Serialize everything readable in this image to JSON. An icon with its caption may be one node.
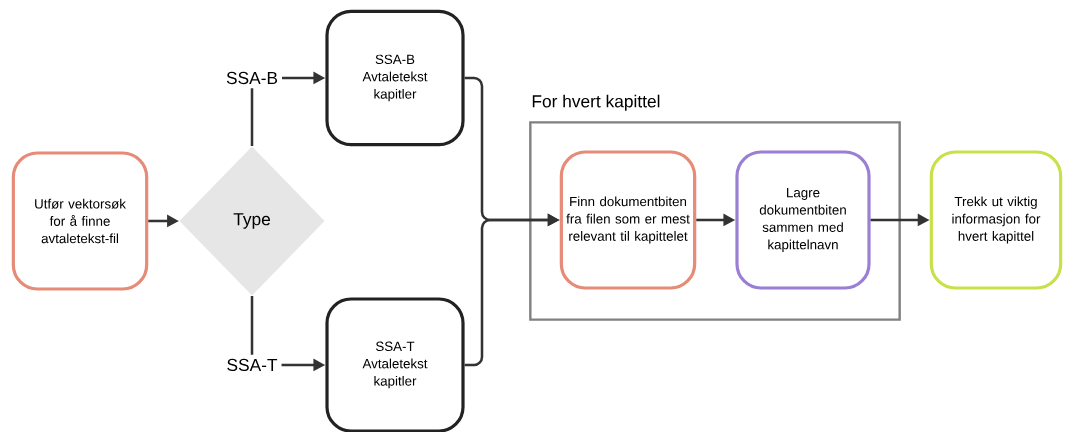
{
  "diagram": {
    "nodes": [
      {
        "text": [
          "Utfør vektorsøk for å finne avtaletekst-fil"
        ]
      },
      {
        "text": [
          "Type"
        ]
      },
      {
        "text": [
          "SSA-B Avtaletekst kapitler"
        ]
      },
      {
        "text": [
          "SSA-T Avtaletekst kapitler"
        ]
      },
      {
        "text": [
          "For hvert kapittel"
        ]
      },
      {
        "text": [
          "Finn dokumentbiten fra filen som er mest relevant til kapittelet"
        ],
        "in": 4
      },
      {
        "text": [
          "Lagre dokumentbiten sammen med kapittelnavn"
        ],
        "in": 4
      },
      {
        "text": [
          "Trekk ut viktig informasjon for hvert kapittel"
        ]
      }
    ],
    "edges": [
      {
        "from": 0,
        "to": 1,
        "arrow": "to"
      },
      {
        "from": 1,
        "to": 2,
        "arrow": "to",
        "label": "SSA-B"
      },
      {
        "from": 1,
        "to": 3,
        "arrow": "to",
        "label": "SSA-T"
      },
      {
        "from": 2,
        "to": 5,
        "arrow": "to"
      },
      {
        "from": 3,
        "to": 5,
        "arrow": "to"
      },
      {
        "from": 5,
        "to": 6,
        "arrow": "to"
      },
      {
        "from": 6,
        "to": 7,
        "arrow": "to"
      }
    ]
  }
}
